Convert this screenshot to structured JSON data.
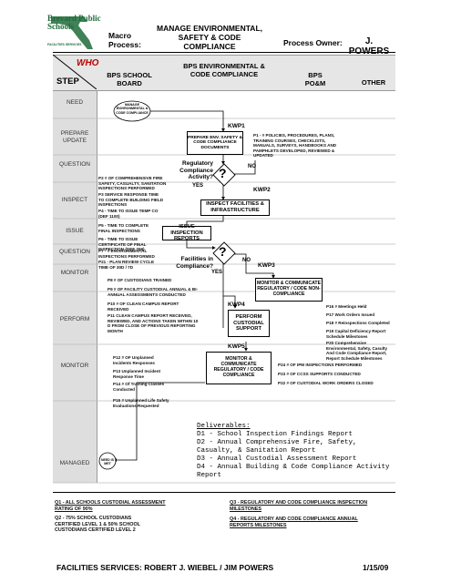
{
  "header": {
    "logo_text": "Brevard Public Schools",
    "logo_sub": "FACILITIES SERVICES",
    "macro_label": "Macro",
    "process_label": "Process:",
    "process_title": "MANAGE ENVIRONMENTAL, SAFETY & CODE COMPLIANCE",
    "owner_label": "Process Owner:",
    "owner": "J. POWERS"
  },
  "columns": {
    "who": "WHO",
    "step": "STEP",
    "col1": "BPS SCHOOL BOARD",
    "col2": "BPS ENVIRONMENTAL & CODE COMPLIANCE",
    "col3": "BPS PO&M",
    "col4": "OTHER"
  },
  "lanes": [
    "NEED",
    "PREPARE UPDATE",
    "QUESTION",
    "INSPECT",
    "ISSUE",
    "QUESTION",
    "MONITOR",
    "PERFORM",
    "MONITOR",
    "MANAGED"
  ],
  "nodes": {
    "start": "MANAGE ENVIRONMENTAL & CODE COMPLIANCE",
    "kwp1": "KWP1",
    "prepare": "PREPARE ENV. SAFETY & CODE COMPLIANCE DOCUMENTS",
    "q1": "Regulatory Compliance Activity?",
    "yes1": "YES",
    "no1": "NO",
    "kwp2": "KWP2",
    "inspect": "INSPECT FACILITIES & INFRASTRUCTURE",
    "issue": "ISSUE INSPECTION REPORTS",
    "q2": "Facilities in Compliance?",
    "yes2": "YES",
    "no2": "NO",
    "kwp3": "KWP3",
    "monitor_reg": "MONITOR & COMMUNICATE REGULATORY / CODE NON-COMPLIANCE",
    "kwp4": "KWP4",
    "perform": "PERFORM CUSTODIAL SUPPORT",
    "kwp5": "KWP5",
    "monitor_comm": "MONITOR & COMMUNICATE REGULATORY / CODE COMPLIANCE",
    "q": "?",
    "end": "NEED IS MET"
  },
  "notes": {
    "p1": "P1 - # POLICIES, PROCEDURES, PLANS, TRAINING COURSES, CHECKLISTS, MANUALS, SURVEYS, HANDBOOKS AND PAMPHLETS DEVELOPED, REVIEWED & UPDATED",
    "p2": "P2 # OF COMPREHENSIVE FIRE SAFETY, CASUALTY, SANITATION INSPECTIONS PERFORMED",
    "p3": "P3 SERVICE RESPONSE TIME TO COMPLETE BUILDING FIELD INSPECTIONS",
    "p4": "P4 - TIME TO ISSUE TEMP CO (DEF 1100)",
    "p5": "P5 - TIME TO COMPLETE FINAL INSPECTIONS",
    "p6": "P6 - TIME TO ISSUE CERTIFICATE OF FINAL INSPECTION (DEF 209)",
    "p7": "P7 - # ENVIRONMENTAL INSPECTIONS PERFORMED",
    "p21": "P21 - PLAN REVIEW CYCLE TIME OF 30D / 7D",
    "p8": "P8 # OF CUSTODIANS TRAINED",
    "p9": "P9 # OF FACILITY CUSTODIAL ANNUAL & BI-ANNUAL ASSESSMENTS CONDUCTED",
    "p10": "P10 # OF CLEAN CAMPUS REPORT RECEIVED",
    "p11": "P11 CLEAN CAMPUS REPORT RECEIVED, REVIEWED, AND ACTIONS TAKEN WITHIN 10 D FROM CLOSE OF PREVIOUS REPORTING MONTH",
    "p12": "P12 # OF Unplanned Incidents Responses",
    "p13": "P13 Unplanned Incident Response Time",
    "p14": "P14 # Of Training Classes Conducted",
    "p15": "P15 # Unplanned Life Safety Evaluations Requested",
    "p16": "P16 # Meetings Held",
    "p17": "P17 Work Orders Issued",
    "p18": "P18 # Reinspections Completed",
    "p19": "P19 Capital Deficiency Report Schedule Milestones",
    "p20": "P20 Comprehensive Environmental, Safety, Casulty And Code Compliance Report, Report Schedule Milestones",
    "p24": "P24 # OF IPM INSPECTIONS PERFORMED",
    "p23": "P23 # OF CCSS SUPPORTS CONDUCTED",
    "p22": "P22 # OF CUSTODIAL WORK ORDERS CLOSED"
  },
  "deliverables": {
    "title": "Deliverables:",
    "items": [
      "D1 - School Inspection Findings Report",
      "D2 - Annual Comprehensive Fire, Safety, Casualty, & Sanitation Report",
      "D3 - Annual Custodial Assessment Report",
      "D4 - Annual Building & Code Compliance Activity Report"
    ]
  },
  "goals": {
    "q1": "Q1 - ALL SCHOOLS CUSTODIAL ASSESSMENT RATING OF 90%",
    "q2": "Q2 - 75% SCHOOL CUSTODIANS CERTIFIED LEVEL 1 & 50% SCHOOL CUSTODIANS CERTIFIED LEVEL 2",
    "q3": "Q3 - REGULATORY AND CODE COMPLIANCE INSPECTION MILESTONES",
    "q4": "Q4 - REGULATORY AND CODE COMPLIANCE ANNUAL REPORTS MILESTONES"
  },
  "footer": {
    "left": "FACILITIES SERVICES: ROBERT J. WIEBEL / JIM POWERS",
    "right": "1/15/09"
  },
  "colors": {
    "lane_bg": "#dedede",
    "accent_red": "#c00000",
    "logo_green": "#1e6b3a"
  }
}
